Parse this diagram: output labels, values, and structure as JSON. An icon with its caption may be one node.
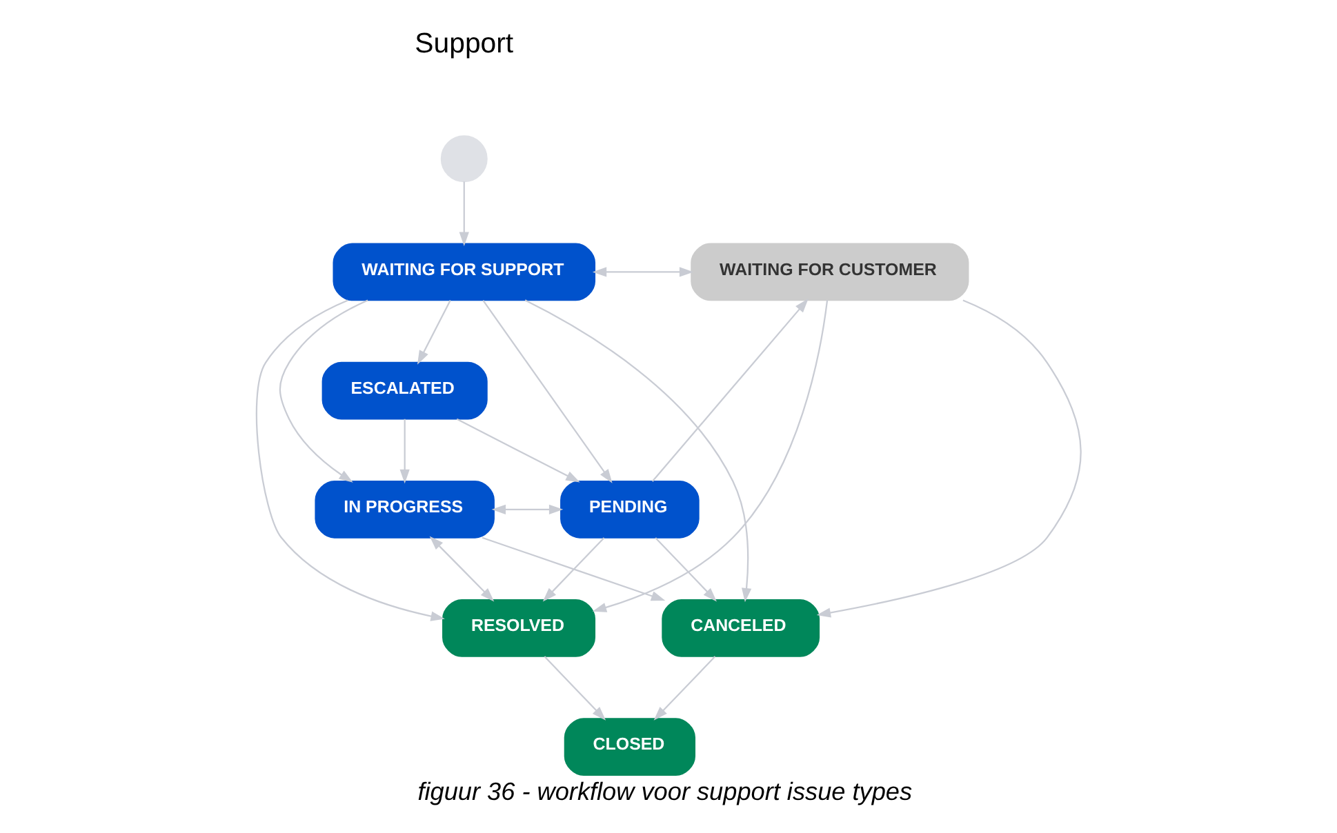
{
  "diagram": {
    "caption": "figuur 36 - workflow voor support issue types",
    "nodes": [
      {
        "text": [],
        "shape": "circle"
      },
      {
        "text": [
          "WAITING FOR SUPPORT"
        ]
      },
      {
        "text": [
          "WAITING FOR CUSTOMER"
        ]
      },
      {
        "text": [
          "ESCALATED"
        ]
      },
      {
        "text": [
          "IN PROGRESS"
        ]
      },
      {
        "text": [
          "PENDING"
        ]
      },
      {
        "text": [
          "CANCELED"
        ]
      },
      {
        "text": [
          "RESOLVED"
        ]
      },
      {
        "text": [
          "CLOSED"
        ]
      }
    ],
    "edges": [
      {
        "from": 0,
        "to": 1,
        "arrow": "to"
      },
      {
        "from": 1,
        "to": 2,
        "arrow": "both"
      },
      {
        "from": 1,
        "to": 3,
        "arrow": "to"
      },
      {
        "from": 1,
        "to": 4,
        "arrow": "to"
      },
      {
        "from": 1,
        "to": 5,
        "arrow": "to"
      },
      {
        "from": 3,
        "to": 4,
        "arrow": "to"
      },
      {
        "from": 3,
        "to": 5,
        "arrow": "to"
      },
      {
        "from": 4,
        "to": 5,
        "arrow": "both"
      },
      {
        "from": 5,
        "to": 2,
        "arrow": "to"
      },
      {
        "from": 1,
        "to": 6,
        "arrow": "to"
      },
      {
        "from": 1,
        "to": 7,
        "arrow": "to"
      },
      {
        "from": 2,
        "to": 6,
        "arrow": "to"
      },
      {
        "from": 2,
        "to": 7,
        "arrow": "to"
      },
      {
        "from": 4,
        "to": 6,
        "arrow": "to"
      },
      {
        "from": 5,
        "to": 6,
        "arrow": "to"
      },
      {
        "from": 5,
        "to": 7,
        "arrow": "to"
      },
      {
        "from": 4,
        "to": 7,
        "arrow": "both"
      },
      {
        "from": 6,
        "to": 8,
        "arrow": "to"
      },
      {
        "from": 7,
        "to": 8,
        "arrow": "to"
      }
    ],
    "labels": [
      "Support"
    ]
  }
}
